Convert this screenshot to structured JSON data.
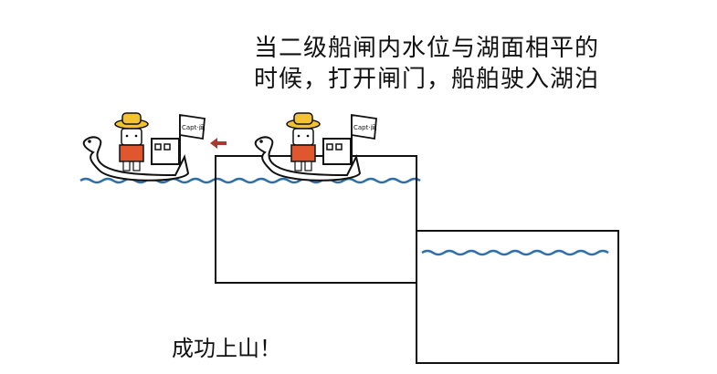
{
  "caption": {
    "line1": "当二级船闸内水位与湖面相平的",
    "line2": "时候，打开闸门，船舶驶入湖泊"
  },
  "footer": "成功上山！",
  "boats": [
    {
      "flag_text": "Capt·闻"
    },
    {
      "flag_text": "Capt·闻"
    }
  ],
  "colors": {
    "water": "#2e6fa8",
    "arrow": "#a83a32",
    "outline": "#111111",
    "vest": "#e0562e",
    "hat": "#f2c230"
  }
}
